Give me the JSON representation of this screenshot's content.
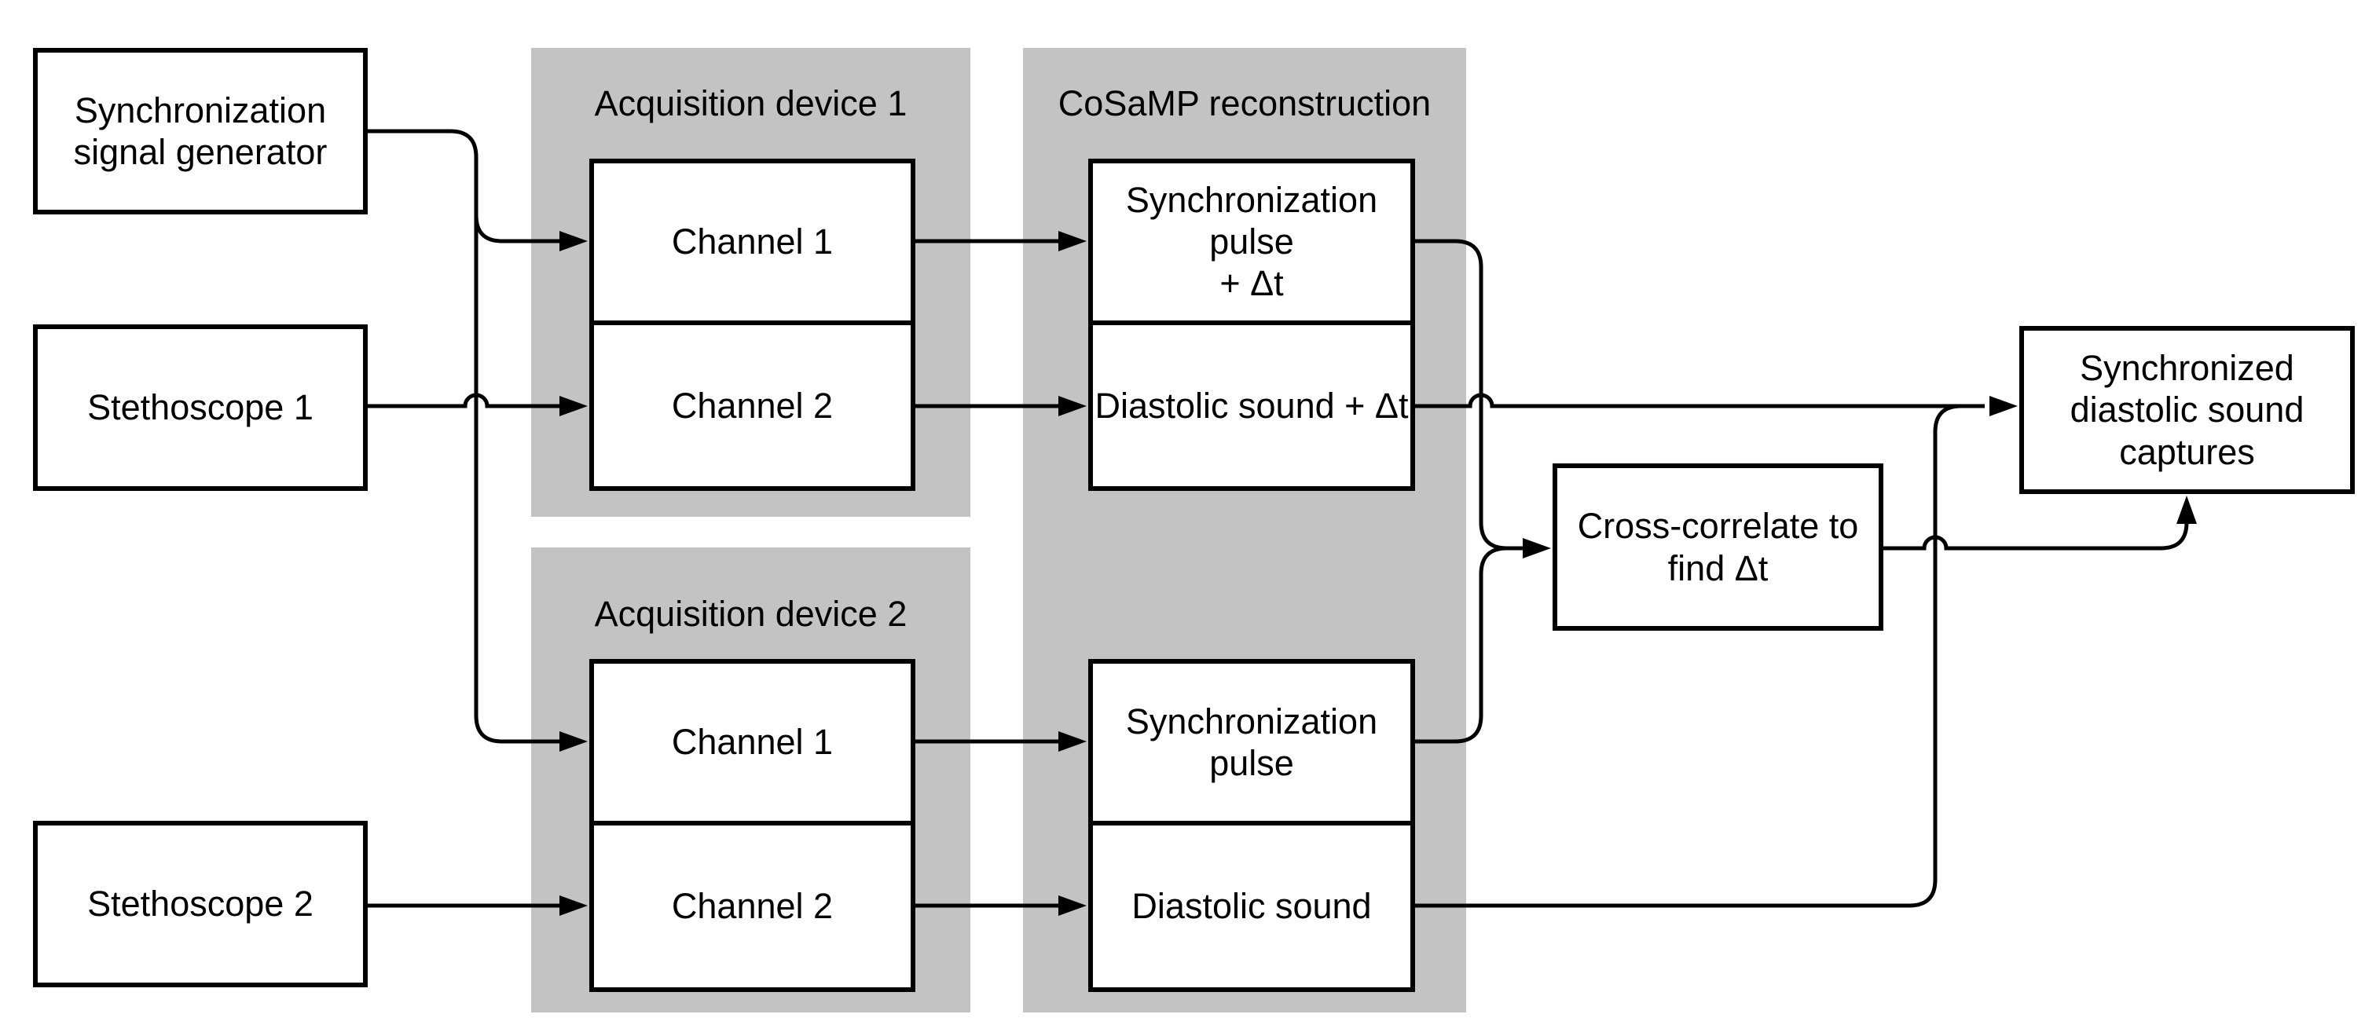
{
  "colors": {
    "panel_gray": "#c3c3c3",
    "line_black": "#000000",
    "box_white": "#ffffff"
  },
  "sources": {
    "sync_generator": {
      "label": "Synchronization\nsignal generator"
    },
    "stethoscope_1": {
      "label": "Stethoscope 1"
    },
    "stethoscope_2": {
      "label": "Stethoscope 2"
    }
  },
  "panels": {
    "acquisition_1": {
      "title": "Acquisition device 1"
    },
    "acquisition_2": {
      "title": "Acquisition device 2"
    },
    "cosamp": {
      "title": "CoSaMP reconstruction"
    }
  },
  "acquisition_1": {
    "channel_1": "Channel 1",
    "channel_2": "Channel 2"
  },
  "acquisition_2": {
    "channel_1": "Channel 1",
    "channel_2": "Channel 2"
  },
  "cosamp_1": {
    "top": "Synchronization pulse\n+ Δt",
    "bottom": "Diastolic sound + Δt"
  },
  "cosamp_2": {
    "top": "Synchronization pulse",
    "bottom": "Diastolic sound"
  },
  "cross_correlate": {
    "label": "Cross-correlate to\nfind Δt"
  },
  "output": {
    "label": "Synchronized\ndiastolic sound\ncaptures"
  }
}
